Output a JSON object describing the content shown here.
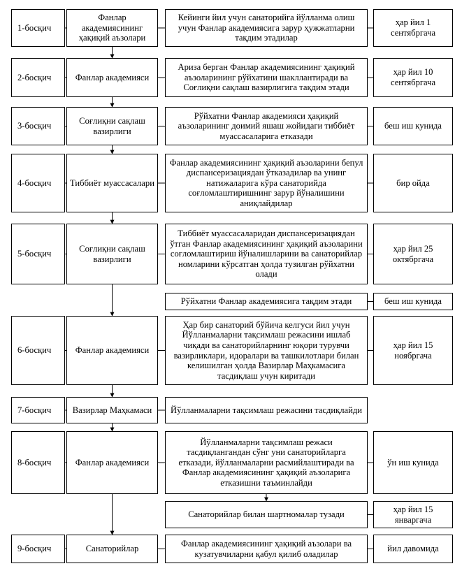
{
  "stages": [
    "1-босқич",
    "2-босқич",
    "3-босқич",
    "4-босқич",
    "5-босқич",
    "6-босқич",
    "7-босқич",
    "8-босқич",
    "9-босқич"
  ],
  "actors": [
    "Фанлар академиясининг ҳақиқий аъзолари",
    "Фанлар академияси",
    "Соғлиқни сақлаш вазирлиги",
    "Тиббиёт муассасалари",
    "Соғлиқни сақлаш вазирлиги",
    "Фанлар академияси",
    "Вазирлар Маҳкамаси",
    "Фанлар академияси",
    "Санаторийлар"
  ],
  "actions": [
    "Кейинги йил учун санаторийга йўлланма олиш учун Фанлар академиясига зарур ҳужжатларни тақдим этадилар",
    "Ариза берган Фанлар академиясининг ҳақиқий аъзоларининг рўйхатини шакллантиради ва Соғлиқни сақлаш вазирлигига тақдим этади",
    "Рўйхатни Фанлар академияси ҳақиқий аъзоларининг доимий яшаш жойидаги тиббиёт муассасаларига етказади",
    "Фанлар академиясининг ҳақиқий аъзоларини бепул диспансеризациядан ўтказадилар ва унинг натижаларига кўра санаторийда соғломлаштиришнинг зарур йўналишини аниқлайдилар",
    "Тиббиёт муассасаларидан диспансеризациядан ўтган Фанлар академиясининг ҳақиқий аъзоларини соғломлаштириш йўналишларини ва санаторийлар номларини кўрсатган ҳолда тузилган рўйхатни олади",
    "Рўйхатни Фанлар академиясига тақдим этади",
    "Ҳар бир санаторий бўйича келгуси йил учун Йўлланмаларни тақсимлаш режасини ишлаб чиқади ва санаторийларнинг юқори турувчи вазирликлари, идоралари ва ташкилотлари билан келишилган ҳолда Вазирлар Маҳкамасига тасдиқлаш учун киритади",
    "Йўлланмаларни тақсимлаш режасини тасдиқлайди",
    "Йўлланмаларни тақсимлаш режаси тасдиқлангандан сўнг уни санаторийларга етказади, йўлланмаларни расмийлаштиради ва Фанлар академиясининг ҳақиқий аъзоларига етказишни таъминлайди",
    "Санаторийлар билан шартномалар тузади",
    "Фанлар академиясининг ҳақиқий аъзолари ва кузатувчиларни қабул қилиб оладилар"
  ],
  "deadlines": [
    "ҳар йил 1 сентябргача",
    "ҳар йил 10 сентябргача",
    "беш иш кунида",
    "бир ойда",
    "ҳар йил 25 октябргача",
    "беш иш кунида",
    "ҳар йил 15 ноябргача",
    "ўн иш кунида",
    "ҳар йил 15 январгача",
    "йил давомида"
  ]
}
